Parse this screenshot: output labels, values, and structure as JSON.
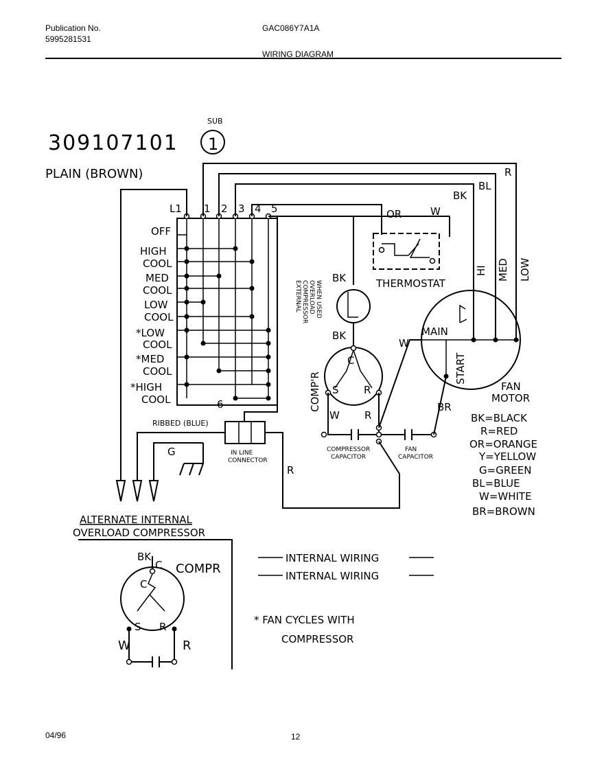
{
  "header": {
    "publication_label": "Publication No.",
    "publication_number": "5995281531",
    "model": "GAC086Y7A1A",
    "section": "WIRING DIAGRAM"
  },
  "footer": {
    "date": "04/96",
    "page": "12"
  },
  "diagram": {
    "part_number": "309107101",
    "sub_label": "SUB",
    "sub_number": "1",
    "plain_cord": "PLAIN  (BROWN)",
    "ribbed_cord": "RIBBED (BLUE)",
    "ground": "G",
    "inline_connector": [
      "IN LINE",
      "CONNECTOR"
    ],
    "switch_terminals": [
      "L1",
      "1",
      "2",
      "3",
      "4",
      "5"
    ],
    "switch_number": "6",
    "switch_positions": [
      {
        "lines": [
          "OFF"
        ]
      },
      {
        "lines": [
          "HIGH",
          "COOL"
        ]
      },
      {
        "lines": [
          "MED",
          "COOL"
        ]
      },
      {
        "lines": [
          "LOW",
          "COOL"
        ]
      },
      {
        "lines": [
          "*LOW",
          "COOL"
        ]
      },
      {
        "lines": [
          "*MED",
          "COOL"
        ]
      },
      {
        "lines": [
          "*HIGH",
          "COOL"
        ]
      }
    ],
    "thermostat": {
      "label": "THERMOSTAT",
      "wire_or": "OR",
      "wire_w": "W"
    },
    "overload_note": [
      "EXTERNAL",
      "COMPRESSOR",
      "OVERLOAD",
      "WHEN USED"
    ],
    "compressor": {
      "label": "COMP'R",
      "c": "C",
      "s": "S",
      "r": "R",
      "wire_bk_top": "BK",
      "wire_bk_bottom": "BK",
      "wire_w": "W",
      "wire_r": "R"
    },
    "compressor_capacitor": [
      "COMPRESSOR",
      "CAPACITOR"
    ],
    "fan_capacitor": [
      "FAN",
      "CAPACITOR"
    ],
    "fan_motor": {
      "label_1": "FAN",
      "label_2": "MOTOR",
      "main": "MAIN",
      "start": "START",
      "hi": "HI",
      "med": "MED",
      "low": "LOW",
      "wire_w": "W",
      "wire_br": "BR"
    },
    "top_wires": {
      "r": "R",
      "bl": "BL",
      "bk": "BK"
    },
    "cord_r": "R",
    "legend": [
      "BK=BLACK",
      "R=RED",
      "OR=ORANGE",
      "Y=YELLOW",
      "G=GREEN",
      "BL=BLUE",
      "W=WHITE",
      "BR=BROWN"
    ],
    "alternate": {
      "title_1": "ALTERNATE  INTERNAL",
      "title_2": "OVERLOAD  COMPRESSOR",
      "compr": "COMPR",
      "bk": "BK",
      "c_outer": "C",
      "c_inner": "C",
      "s": "S",
      "r": "R",
      "w": "W",
      "r_out": "R"
    },
    "internal_wiring_1": "INTERNAL  WIRING",
    "internal_wiring_2": "INTERNAL  WIRING",
    "note_1": "* FAN  CYCLES  WITH",
    "note_2": "COMPRESSOR"
  }
}
